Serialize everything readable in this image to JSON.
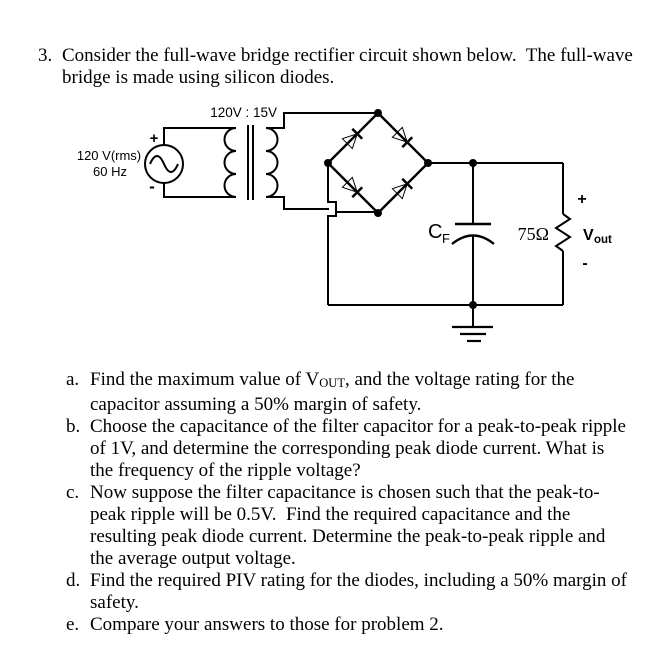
{
  "page": {
    "background": "#ffffff",
    "ink_color": "#000000"
  },
  "problem": {
    "number": "3.",
    "statement": "Consider the full-wave bridge rectifier circuit shown below.  The full-wave bridge is made using silicon diodes."
  },
  "circuit": {
    "source": {
      "voltage": "120 V(rms)",
      "frequency": "60 Hz",
      "plus": "+",
      "minus": "-"
    },
    "transformer": {
      "ratio": "120V : 15V"
    },
    "bridge": {
      "diode_count": 4
    },
    "capacitor": {
      "symbol": "C",
      "subscript": "F"
    },
    "load": {
      "resistance": "75Ω",
      "plus": "+",
      "minus": "-",
      "vout_main": "V",
      "vout_sub": "out"
    }
  },
  "questions": [
    {
      "marker": "a.",
      "pre": "Find the maximum value of V",
      "sub": "OUT",
      "post": ", and the voltage rating for the capacitor assuming a 50% margin of safety."
    },
    {
      "marker": "b.",
      "text": "Choose the capacitance of the filter capacitor for a peak-to-peak ripple of 1V, and determine the corresponding peak diode current. What is the frequency of the ripple voltage?"
    },
    {
      "marker": "c.",
      "text": "Now suppose the filter capacitance is chosen such that the peak-to-peak ripple will be 0.5V.  Find the required capacitance and the resulting peak diode current. Determine the peak-to-peak ripple and the average output voltage."
    },
    {
      "marker": "d.",
      "text": "Find the required PIV rating for the diodes, including a 50% margin of safety."
    },
    {
      "marker": "e.",
      "text": "Compare your answers to those for problem 2."
    }
  ]
}
